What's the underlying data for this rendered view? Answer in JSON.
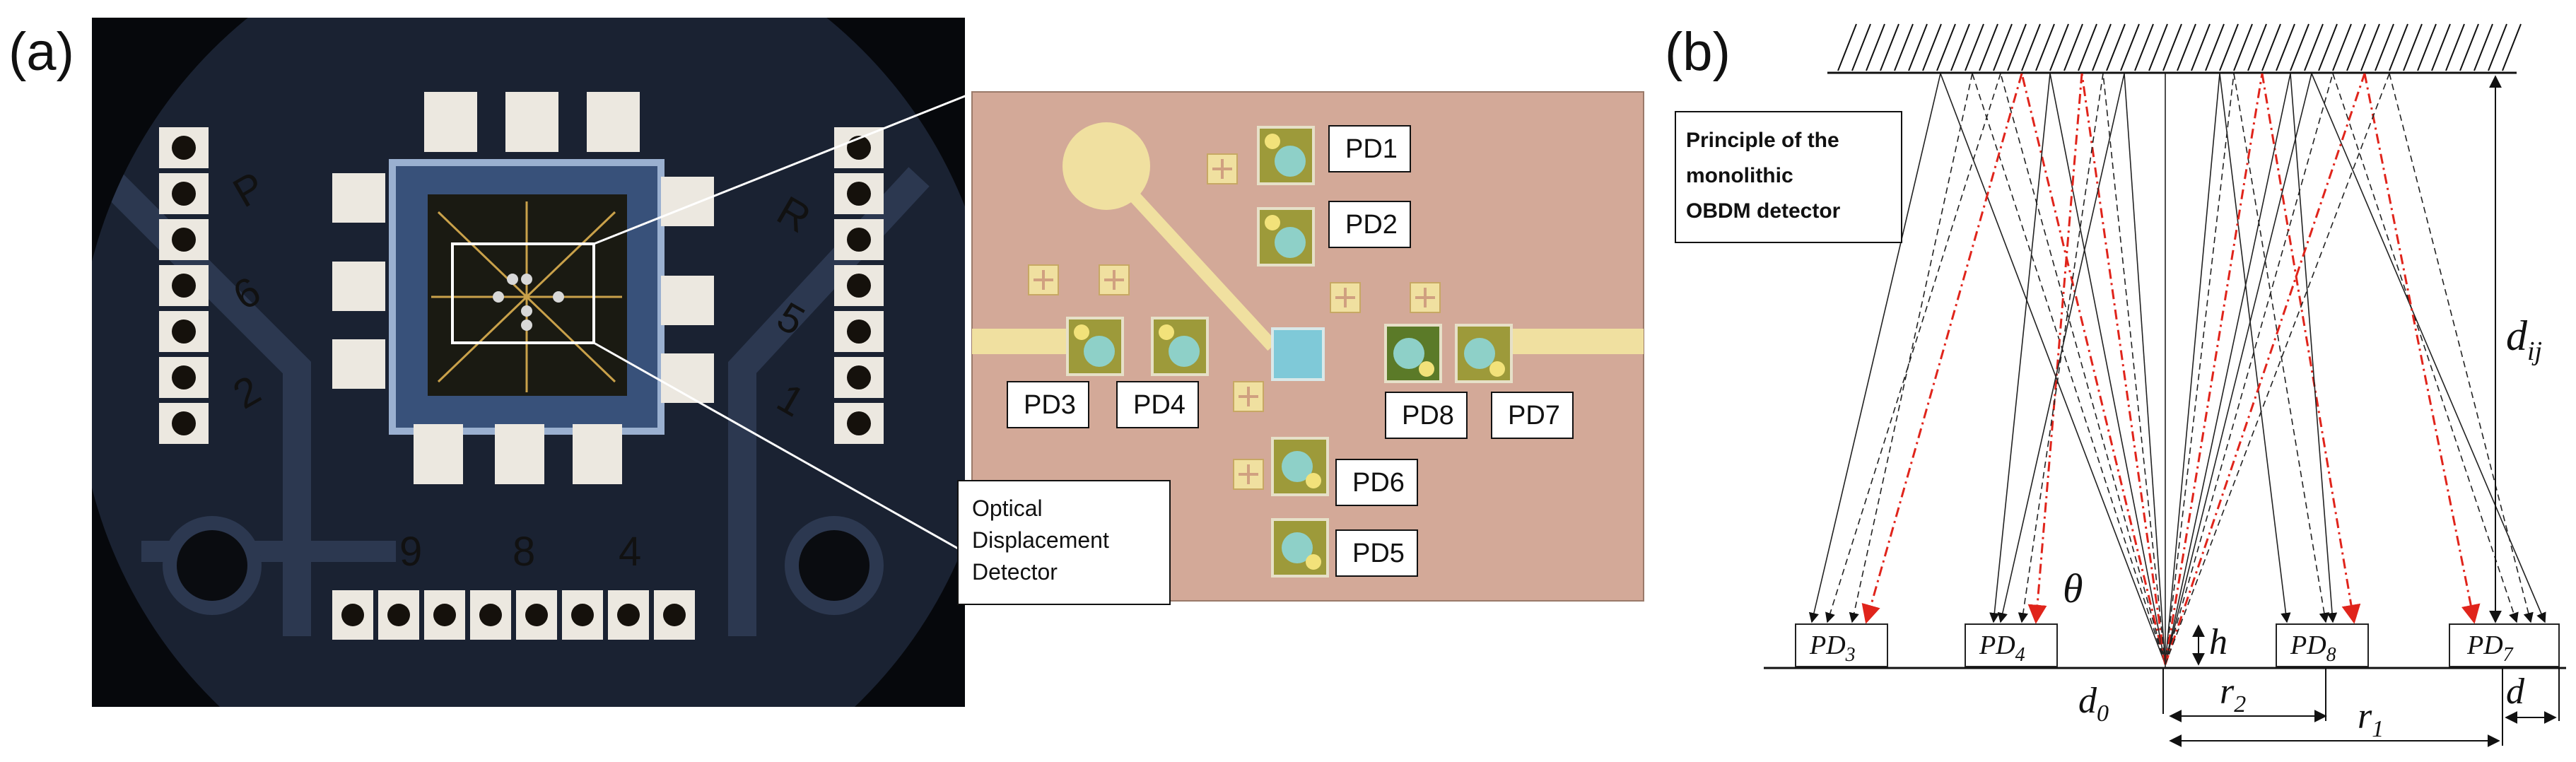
{
  "panel_a": {
    "label": "(a)",
    "pad_digits_left": [
      "P",
      "6",
      "2"
    ],
    "pad_digits_right": [
      "R",
      "5",
      "1"
    ],
    "pad_digits_bottom": [
      "9",
      "8",
      "4"
    ],
    "inset": {
      "pd_labels": {
        "pd1": "PD1",
        "pd2": "PD2",
        "pd3": "PD3",
        "pd4": "PD4",
        "pd5": "PD5",
        "pd6": "PD6",
        "pd7": "PD7",
        "pd8": "PD8"
      },
      "callout_lines": [
        "Optical",
        "Displacement",
        "Detector"
      ]
    }
  },
  "panel_b": {
    "label": "(b)",
    "title_lines": [
      "Principle of the",
      "monolithic",
      "OBDM detector"
    ],
    "detectors": {
      "pd3": {
        "base": "PD",
        "sub": "3"
      },
      "pd4": {
        "base": "PD",
        "sub": "4"
      },
      "pd8": {
        "base": "PD",
        "sub": "8"
      },
      "pd7": {
        "base": "PD",
        "sub": "7"
      }
    },
    "dims": {
      "dij": {
        "base": "d",
        "sub": "ij"
      },
      "theta": "θ",
      "h": "h",
      "d0": {
        "base": "d",
        "sub": "0"
      },
      "r2": {
        "base": "r",
        "sub": "2"
      },
      "r1": {
        "base": "r",
        "sub": "1"
      },
      "d": "d"
    },
    "colors": {
      "reflected_beam": "#e0241b",
      "beam": "#222222"
    }
  }
}
